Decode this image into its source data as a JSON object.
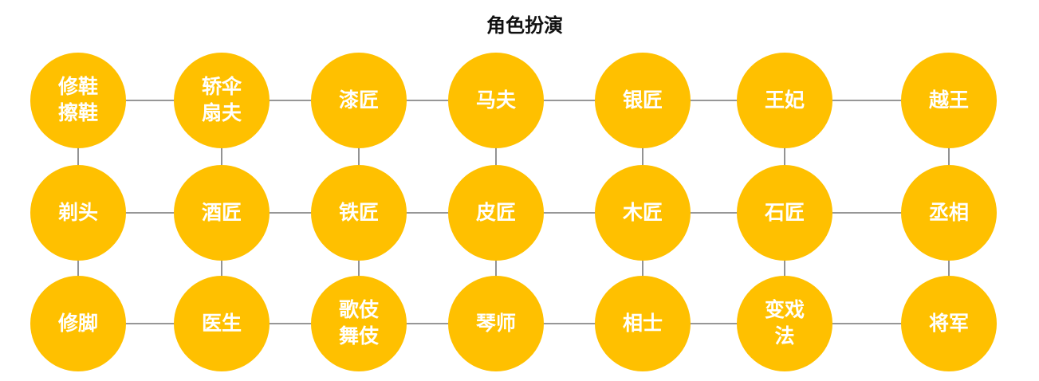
{
  "title": "角色扮演",
  "colors": {
    "node": "#FFC000",
    "text": "#FFFFFF",
    "line": "#595959"
  },
  "grid": [
    [
      "修鞋擦鞋",
      "轿伞扇夫",
      "漆匠",
      "马夫",
      "银匠",
      "王妃",
      "越王"
    ],
    [
      "剃头",
      "酒匠",
      "铁匠",
      "皮匠",
      "木匠",
      "石匠",
      "丞相"
    ],
    [
      "修脚",
      "医生",
      "歌伎舞伎",
      "琴师",
      "相士",
      "变戏法",
      "将军"
    ]
  ]
}
